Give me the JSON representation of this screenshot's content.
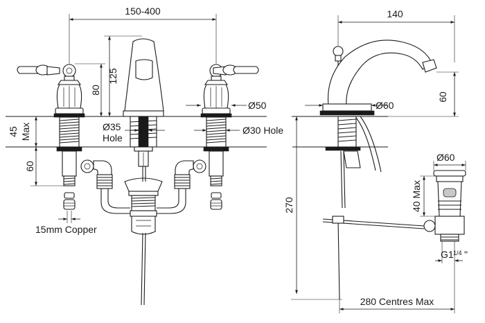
{
  "dimensions": {
    "front_width": "150-400",
    "spout_height": "125",
    "handle_height": "80",
    "flange_diameter": "Ø50",
    "deck_max": "45",
    "deck_max_unit": "Max",
    "tail_length": "60",
    "spout_hole": "Ø35",
    "spout_hole_word": "Hole",
    "handle_hole": "Ø30 Hole",
    "copper": "15mm Copper",
    "spout_reach": "140",
    "side_base": "Ø60",
    "spout_drop": "60",
    "total_height": "270",
    "waste_diameter": "Ø60",
    "waste_height": "40 Max",
    "thread_prefix": "G1",
    "thread_fraction": "1/4",
    "thread_suffix": "\"",
    "centres": "280 Centres Max"
  }
}
